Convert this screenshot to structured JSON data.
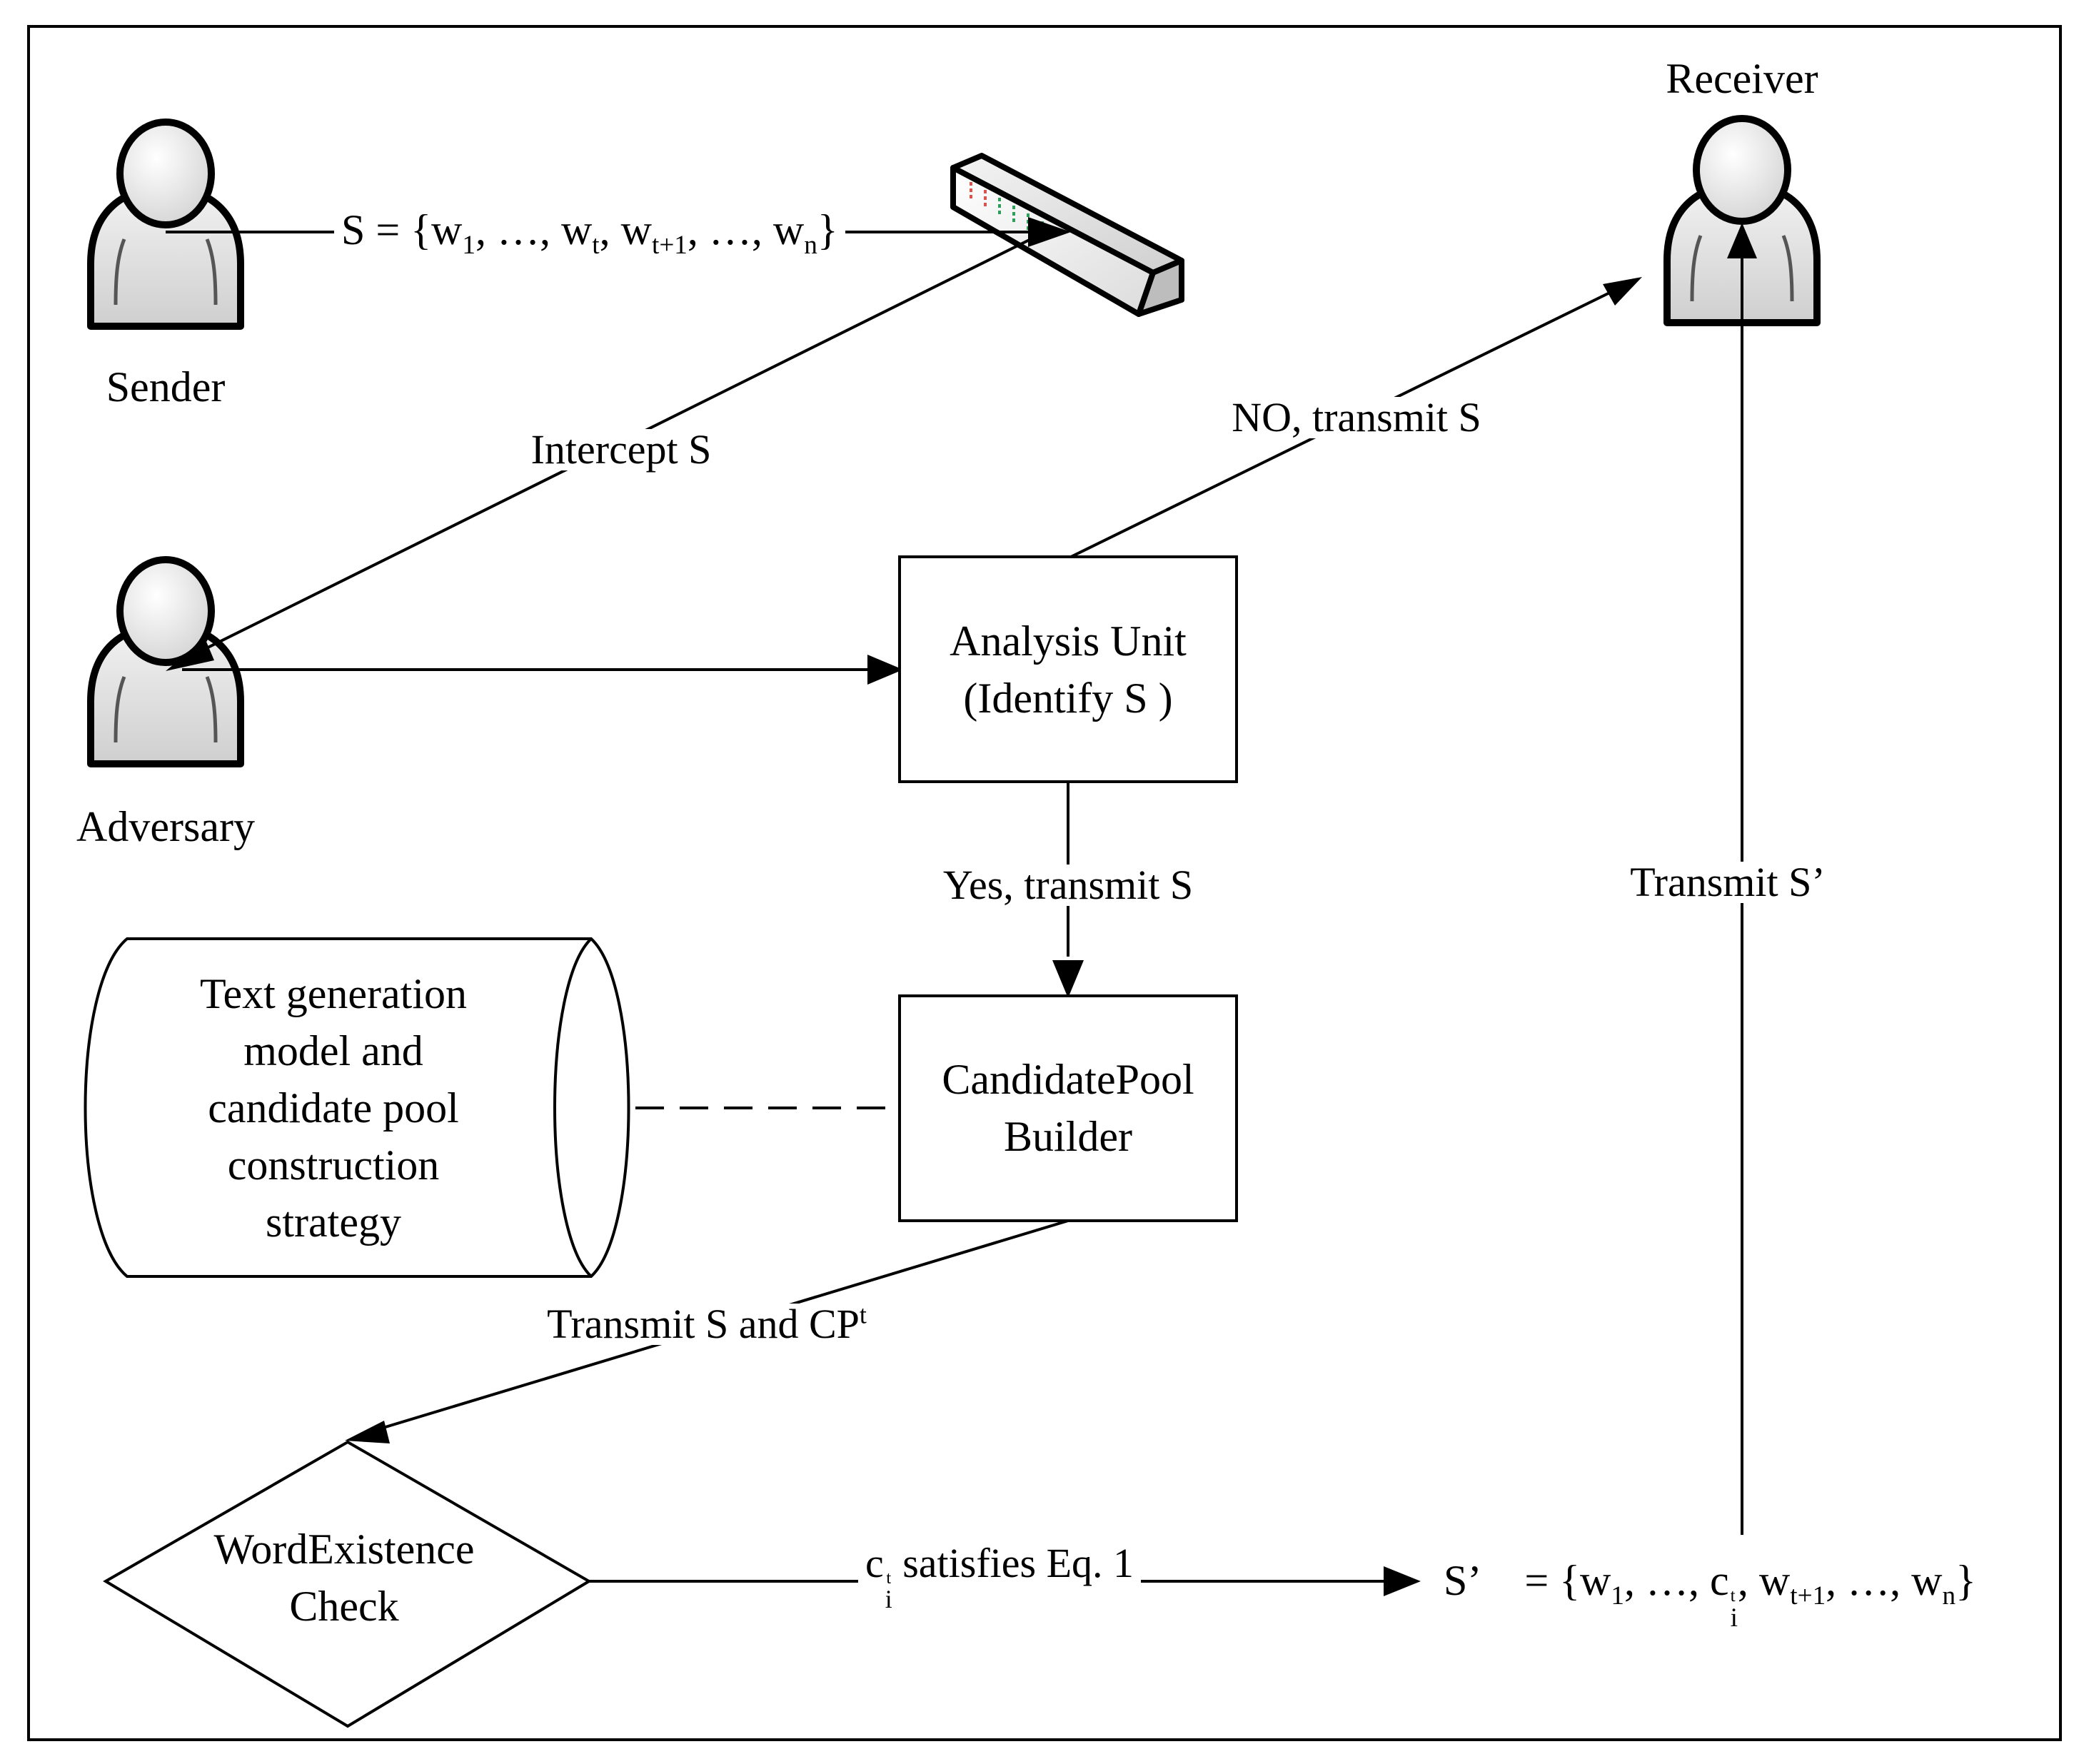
{
  "actors": {
    "sender": "Sender",
    "adversary": "Adversary",
    "receiver": "Receiver"
  },
  "sentence": {
    "lhs": "S",
    "eq": " = {",
    "w": "w",
    "sub_1": "1",
    "sub_t": "t",
    "sub_t1": "t+1",
    "sub_n": "n",
    "sep": ", ",
    "ellipsis": "…",
    "close": "}"
  },
  "modified_sentence": {
    "lhs": "S’",
    "eq": "= {",
    "c": "c",
    "c_sup": "t",
    "c_sub": "i"
  },
  "edges": {
    "intercept": "Intercept S",
    "no_transmit": "NO, transmit S",
    "yes_transmit": "Yes, transmit S",
    "transmit_s_prime": "Transmit S’",
    "transmit_s_cp_prefix": "Transmit S and CP",
    "transmit_s_cp_sup": "t",
    "satisfies_suffix": " satisfies Eq. 1"
  },
  "nodes": {
    "analysis_unit_line1": "Analysis Unit",
    "analysis_unit_line2": "(Identify S )",
    "candidate_pool_line1": "CandidatePool",
    "candidate_pool_line2": "Builder",
    "word_check_line1": "WordExistence",
    "word_check_line2": "Check",
    "storage_lines": [
      "Text generation",
      "model and",
      "candidate pool",
      "construction",
      "strategy"
    ]
  },
  "router_led_colors": [
    "#d9534f",
    "#2e9e5b"
  ]
}
